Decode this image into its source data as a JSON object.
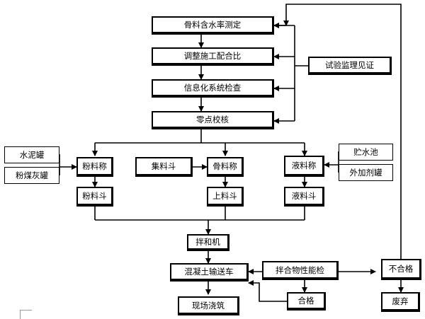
{
  "nodes": {
    "moisture": "骨料含水率测定",
    "adjust": "调整施工配合比",
    "info_check": "信息化系统检查",
    "zero_check": "零点校核",
    "supervision": "试验监理见证",
    "cement_tank": "水泥罐",
    "flyash_tank": "粉煤灰罐",
    "powder_scale": "粉料称",
    "aggregate_hopper": "集料斗",
    "aggregate_scale": "骨料称",
    "liquid_scale": "液料称",
    "water_pool": "贮水池",
    "admixture_tank": "外加剂罐",
    "powder_hopper": "粉料斗",
    "upper_hopper": "上料斗",
    "liquid_hopper": "液料斗",
    "mixer": "拌和机",
    "truck": "混凝土输送车",
    "performance_test": "拌合物性能检",
    "fail": "不合格",
    "pass": "合格",
    "pour": "现场浇筑",
    "discard": "废弃"
  }
}
